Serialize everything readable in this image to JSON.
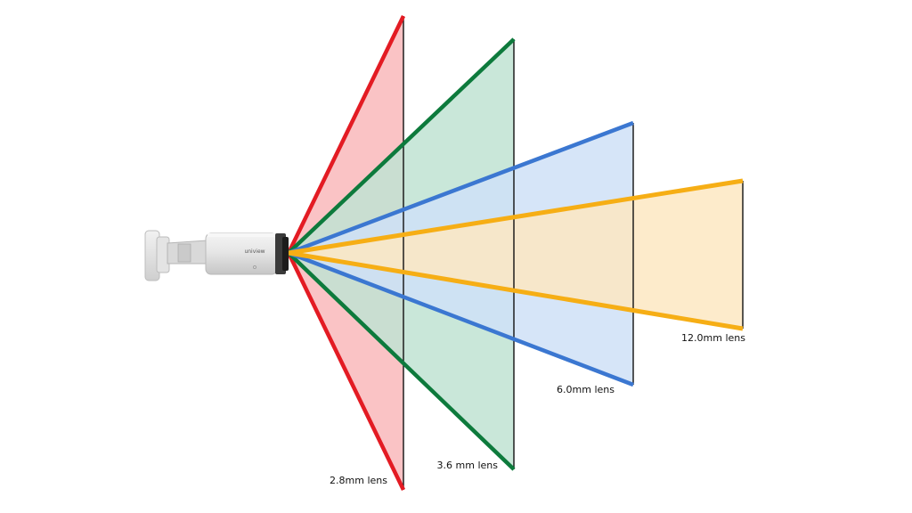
{
  "camera": {
    "brand": "uniview"
  },
  "lenses": [
    {
      "label": "2.8mm lens",
      "color": "#e31b23",
      "fill": "#f9b8bb"
    },
    {
      "label": "3.6 mm lens",
      "color": "#0d7a3c",
      "fill": "#bfe3d2"
    },
    {
      "label": "6.0mm lens",
      "color": "#3b77d1",
      "fill": "#cfe0f7"
    },
    {
      "label": "12.0mm lens",
      "color": "#f6ae15",
      "fill": "#fde8c2"
    }
  ]
}
